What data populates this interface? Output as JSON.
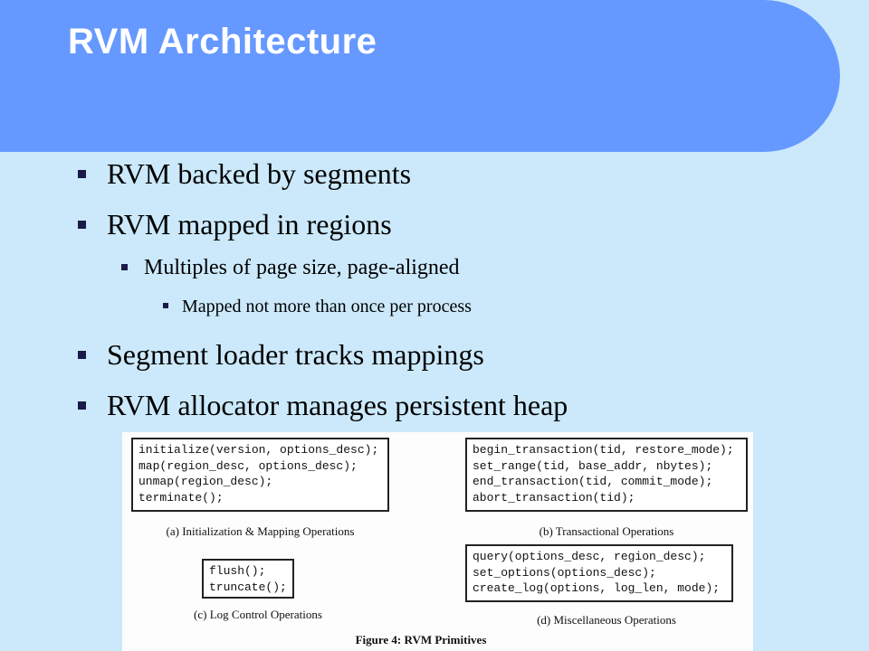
{
  "slide": {
    "title": "RVM Architecture",
    "bullets": [
      {
        "level": 1,
        "text": "RVM backed by segments"
      },
      {
        "level": 1,
        "text": "RVM mapped in regions"
      },
      {
        "level": 2,
        "text": "Multiples of page size, page-aligned"
      },
      {
        "level": 3,
        "text": "Mapped not more than once per process"
      },
      {
        "level": 1,
        "text": "Segment loader tracks mappings"
      },
      {
        "level": 1,
        "text": "RVM allocator manages persistent heap"
      }
    ]
  },
  "colors": {
    "background": "#cbe9fb",
    "header": "#6699ff",
    "title_text": "#ffffff",
    "bullet_marker": "#1a1a4a"
  },
  "figure": {
    "boxes": {
      "a": [
        "initialize(version, options_desc);",
        "map(region_desc, options_desc);",
        "unmap(region_desc);",
        "terminate();"
      ],
      "b": [
        "begin_transaction(tid, restore_mode);",
        "set_range(tid, base_addr, nbytes);",
        "end_transaction(tid, commit_mode);",
        "abort_transaction(tid);"
      ],
      "c": [
        "flush();",
        "truncate();"
      ],
      "d": [
        "query(options_desc, region_desc);",
        "set_options(options_desc);",
        "create_log(options, log_len, mode);"
      ]
    },
    "captions": {
      "a": "(a) Initialization & Mapping Operations",
      "b": "(b) Transactional Operations",
      "c": "(c) Log Control Operations",
      "d": "(d) Miscellaneous Operations"
    },
    "figure_caption": "Figure 4:  RVM Primitives"
  }
}
